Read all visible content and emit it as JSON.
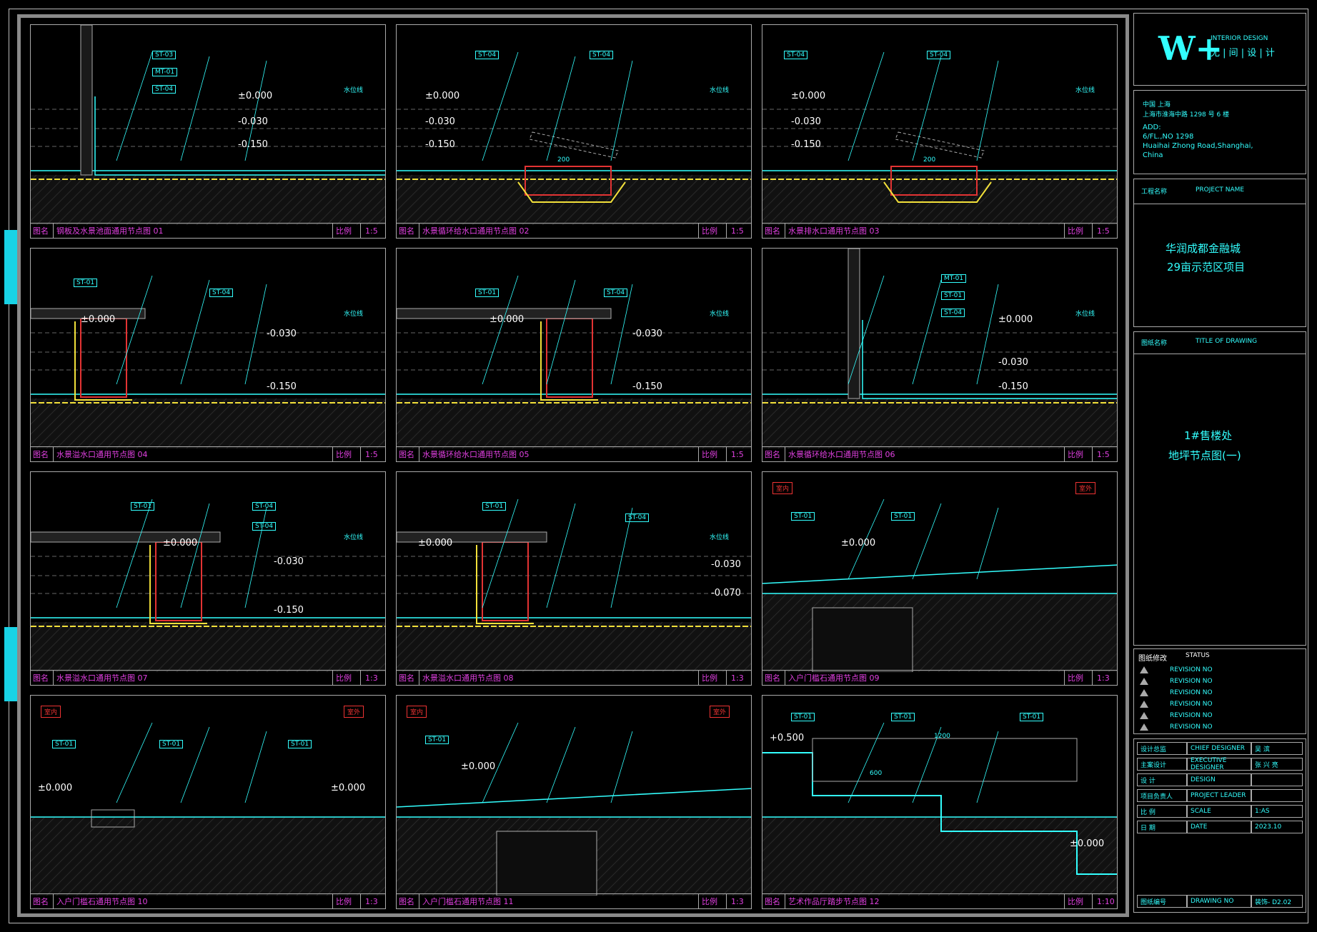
{
  "company": {
    "logo_text": "W+",
    "name_en": "INTERIOR DESIGN",
    "name_cn": "无 | 间 | 设 | 计",
    "addr_cn1": "中国 上海",
    "addr_cn2": "上海市淮海中路 1298 号 6 楼",
    "addr_en1": "ADD:",
    "addr_en2": "6/FL.,NO 1298",
    "addr_en3": "Huaihai Zhong Road,Shanghai,",
    "addr_en4": "China"
  },
  "project": {
    "label_cn": "工程名称",
    "label_en": "PROJECT NAME",
    "name1": "华润成都金融城",
    "name2": "29亩示范区项目"
  },
  "drawing_title": {
    "label_cn": "图纸名称",
    "label_en": "TITLE OF DRAWING",
    "line1": "1#售楼处",
    "line2": "地坪节点图(一)"
  },
  "revision": {
    "label_cn": "图纸修改",
    "label_en": "STATUS",
    "rows": [
      "REVISION NO",
      "REVISION NO",
      "REVISION NO",
      "REVISION NO",
      "REVISION NO",
      "REVISION NO"
    ]
  },
  "info": [
    {
      "cn": "设计总监",
      "en": "CHIEF DESIGNER",
      "val": "吴  滨"
    },
    {
      "cn": "主案设计",
      "en": "EXECUTIVE DESIGNER",
      "val": "张 兴 亮"
    },
    {
      "cn": "设    计",
      "en": "DESIGN",
      "val": ""
    },
    {
      "cn": "项目负责人",
      "en": "PROJECT LEADER",
      "val": ""
    },
    {
      "cn": "比    例",
      "en": "SCALE",
      "val": "1:AS"
    },
    {
      "cn": "日    期",
      "en": "DATE",
      "val": "2023.10"
    }
  ],
  "drawing_no": {
    "cn": "图纸编号",
    "en": "DRAWING NO",
    "val": "装饰-  D2.02"
  },
  "details": [
    {
      "tag": "图名",
      "title": "钢板及水景池面通用节点图 01",
      "scale_label": "比例",
      "scale": "1:5"
    },
    {
      "tag": "图名",
      "title": "水景循环给水口通用节点图 02",
      "scale_label": "比例",
      "scale": "1:5"
    },
    {
      "tag": "图名",
      "title": "水景排水口通用节点图 03",
      "scale_label": "比例",
      "scale": "1:5"
    },
    {
      "tag": "图名",
      "title": "水景溢水口通用节点图 04",
      "scale_label": "比例",
      "scale": "1:5"
    },
    {
      "tag": "图名",
      "title": "水景循环给水口通用节点图 05",
      "scale_label": "比例",
      "scale": "1:5"
    },
    {
      "tag": "图名",
      "title": "水景循环给水口通用节点图 06",
      "scale_label": "比例",
      "scale": "1:5"
    },
    {
      "tag": "图名",
      "title": "水景溢水口通用节点图 07",
      "scale_label": "比例",
      "scale": "1:3"
    },
    {
      "tag": "图名",
      "title": "水景溢水口通用节点图 08",
      "scale_label": "比例",
      "scale": "1:3"
    },
    {
      "tag": "图名",
      "title": "入户门槛石通用节点图 09",
      "scale_label": "比例",
      "scale": "1:3"
    },
    {
      "tag": "图名",
      "title": "入户门槛石通用节点图 10",
      "scale_label": "比例",
      "scale": "1:3"
    },
    {
      "tag": "图名",
      "title": "入户门槛石通用节点图 11",
      "scale_label": "比例",
      "scale": "1:3"
    },
    {
      "tag": "图名",
      "title": "艺术作品厅踏步节点图 12",
      "scale_label": "比例",
      "scale": "1:10"
    }
  ],
  "annotations": {
    "lv0": "±0.000",
    "lv030": "-0.030",
    "lv150": "-0.150",
    "lv070": "-0.070",
    "lv500": "+0.500",
    "st03": "ST-03",
    "mt01": "MT-01",
    "st04": "ST-04",
    "st01": "ST-01",
    "water_line": "水位线",
    "indoor": "室内",
    "outdoor": "室外",
    "dim200": "200",
    "dim1200": "1200",
    "dim600": "600"
  },
  "colors": {
    "line": "#33ffff",
    "text_magenta": "#e040e0",
    "red": "#e33333",
    "yellow": "#f2e03a",
    "frame": "#8a8a8a"
  }
}
